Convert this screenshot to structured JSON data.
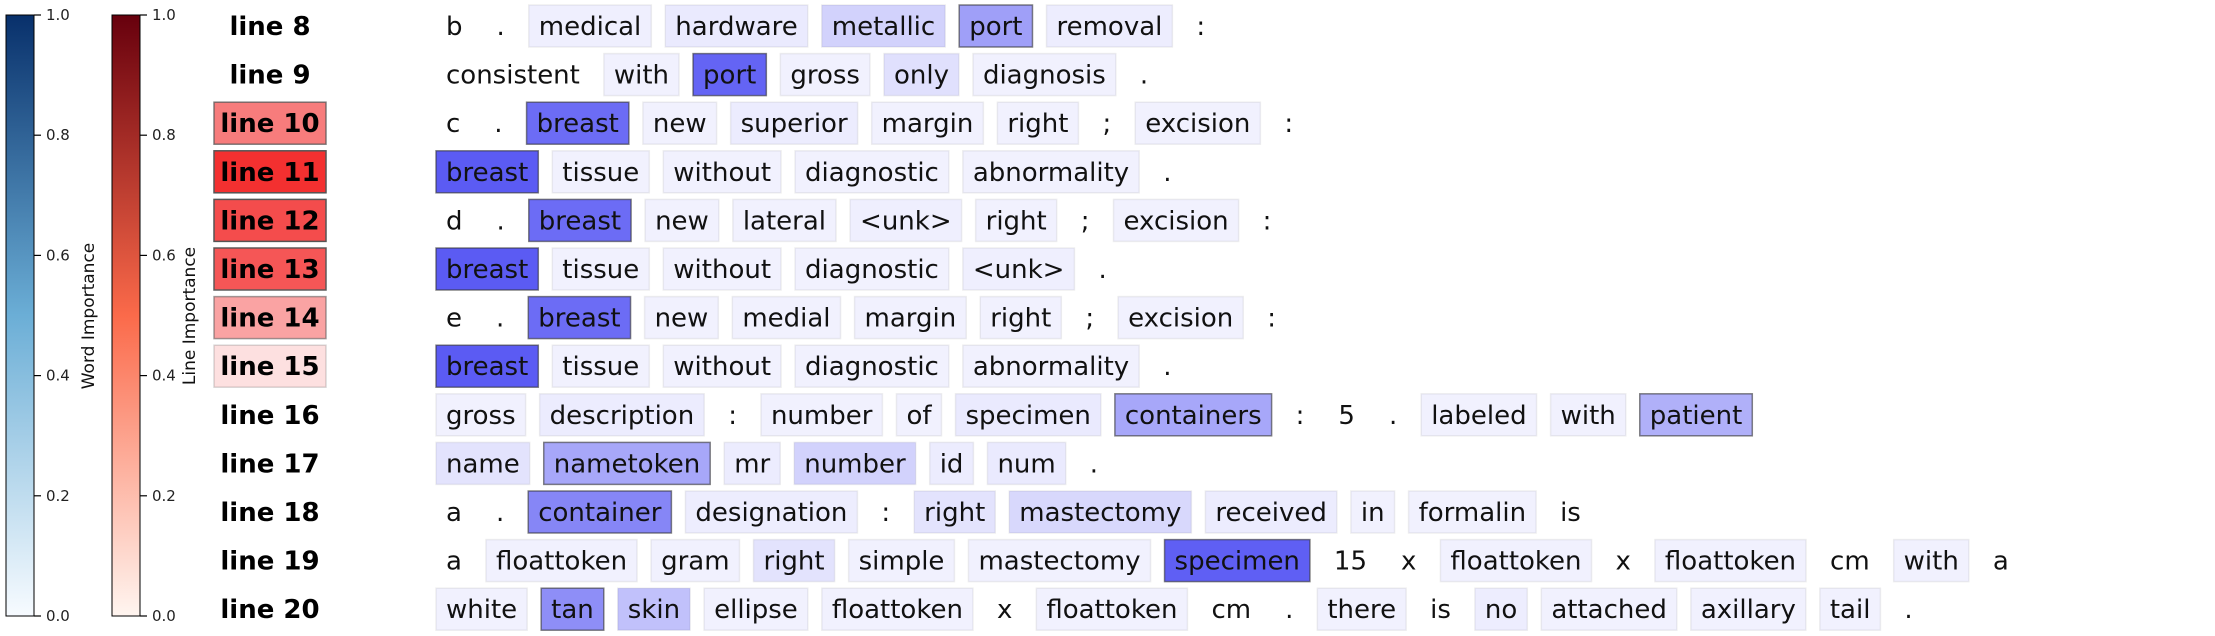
{
  "chart_data": {
    "type": "heatmap",
    "word_colorbar": {
      "label": "Word Importance",
      "ticks": [
        "0.0",
        "0.2",
        "0.4",
        "0.6",
        "0.8",
        "1.0"
      ],
      "range": [
        0,
        1
      ],
      "color_low": "#f7fbff",
      "color_high": "#08306b"
    },
    "line_colorbar": {
      "label": "Line Importance",
      "ticks": [
        "0.0",
        "0.2",
        "0.4",
        "0.6",
        "0.8",
        "1.0"
      ],
      "range": [
        0,
        1
      ],
      "color_low": "#fff5f0",
      "color_high": "#67000d"
    },
    "word_highlight_color": "#2a2af0",
    "line_highlight_color": "#f00000",
    "lines": [
      {
        "label": "line 8",
        "importance": 0.0,
        "words": [
          {
            "t": "b",
            "w": 0
          },
          {
            "t": ".",
            "w": 0
          },
          {
            "t": "medical",
            "w": 0.03
          },
          {
            "t": "hardware",
            "w": 0.06
          },
          {
            "t": "metallic",
            "w": 0.2
          },
          {
            "t": "port",
            "w": 0.5
          },
          {
            "t": "removal",
            "w": 0.04
          },
          {
            "t": ":",
            "w": 0
          }
        ]
      },
      {
        "label": "line 9",
        "importance": 0.0,
        "words": [
          {
            "t": "consistent",
            "w": 0
          },
          {
            "t": "with",
            "w": 0.02
          },
          {
            "t": "port",
            "w": 0.85
          },
          {
            "t": "gross",
            "w": 0.02
          },
          {
            "t": "only",
            "w": 0.12
          },
          {
            "t": "diagnosis",
            "w": 0.02
          },
          {
            "t": ".",
            "w": 0
          }
        ]
      },
      {
        "label": "line 10",
        "importance": 0.55,
        "words": [
          {
            "t": "c",
            "w": 0
          },
          {
            "t": ".",
            "w": 0
          },
          {
            "t": "breast",
            "w": 0.8
          },
          {
            "t": "new",
            "w": 0.02
          },
          {
            "t": "superior",
            "w": 0.05
          },
          {
            "t": "margin",
            "w": 0.02
          },
          {
            "t": "right",
            "w": 0.02
          },
          {
            "t": ";",
            "w": 0
          },
          {
            "t": "excision",
            "w": 0.02
          },
          {
            "t": ":",
            "w": 0
          }
        ]
      },
      {
        "label": "line 11",
        "importance": 0.95,
        "words": [
          {
            "t": "breast",
            "w": 0.9
          },
          {
            "t": "tissue",
            "w": 0.02
          },
          {
            "t": "without",
            "w": 0.02
          },
          {
            "t": "diagnostic",
            "w": 0.02
          },
          {
            "t": "abnormality",
            "w": 0.02
          },
          {
            "t": ".",
            "w": 0
          }
        ]
      },
      {
        "label": "line 12",
        "importance": 0.8,
        "words": [
          {
            "t": "d",
            "w": 0
          },
          {
            "t": ".",
            "w": 0
          },
          {
            "t": "breast",
            "w": 0.8
          },
          {
            "t": "new",
            "w": 0.02
          },
          {
            "t": "lateral",
            "w": 0.02
          },
          {
            "t": "<unk>",
            "w": 0.03
          },
          {
            "t": "right",
            "w": 0.02
          },
          {
            "t": ";",
            "w": 0
          },
          {
            "t": "excision",
            "w": 0.02
          },
          {
            "t": ":",
            "w": 0
          }
        ]
      },
      {
        "label": "line 13",
        "importance": 0.75,
        "words": [
          {
            "t": "breast",
            "w": 0.9
          },
          {
            "t": "tissue",
            "w": 0.02
          },
          {
            "t": "without",
            "w": 0.02
          },
          {
            "t": "diagnostic",
            "w": 0.02
          },
          {
            "t": "<unk>",
            "w": 0.03
          },
          {
            "t": ".",
            "w": 0
          }
        ]
      },
      {
        "label": "line 14",
        "importance": 0.35,
        "words": [
          {
            "t": "e",
            "w": 0
          },
          {
            "t": ".",
            "w": 0
          },
          {
            "t": "breast",
            "w": 0.8
          },
          {
            "t": "new",
            "w": 0.02
          },
          {
            "t": "medial",
            "w": 0.02
          },
          {
            "t": "margin",
            "w": 0.02
          },
          {
            "t": "right",
            "w": 0.02
          },
          {
            "t": ";",
            "w": 0
          },
          {
            "t": "excision",
            "w": 0.02
          },
          {
            "t": ":",
            "w": 0
          }
        ]
      },
      {
        "label": "line 15",
        "importance": 0.03,
        "words": [
          {
            "t": "breast",
            "w": 0.9
          },
          {
            "t": "tissue",
            "w": 0.02
          },
          {
            "t": "without",
            "w": 0.02
          },
          {
            "t": "diagnostic",
            "w": 0.02
          },
          {
            "t": "abnormality",
            "w": 0.02
          },
          {
            "t": ".",
            "w": 0
          }
        ]
      },
      {
        "label": "line 16",
        "importance": 0.0,
        "words": [
          {
            "t": "gross",
            "w": 0.02
          },
          {
            "t": "description",
            "w": 0.05
          },
          {
            "t": ":",
            "w": 0
          },
          {
            "t": "number",
            "w": 0.02
          },
          {
            "t": "of",
            "w": 0.02
          },
          {
            "t": "specimen",
            "w": 0.06
          },
          {
            "t": "containers",
            "w": 0.45
          },
          {
            "t": ":",
            "w": 0
          },
          {
            "t": "5",
            "w": 0
          },
          {
            "t": ".",
            "w": 0
          },
          {
            "t": "labeled",
            "w": 0.02
          },
          {
            "t": "with",
            "w": 0.02
          },
          {
            "t": "patient",
            "w": 0.4
          }
        ]
      },
      {
        "label": "line 17",
        "importance": 0.0,
        "words": [
          {
            "t": "name",
            "w": 0.1
          },
          {
            "t": "nametoken",
            "w": 0.45
          },
          {
            "t": "mr",
            "w": 0.05
          },
          {
            "t": "number",
            "w": 0.2
          },
          {
            "t": "id",
            "w": 0.05
          },
          {
            "t": "num",
            "w": 0.06
          },
          {
            "t": ".",
            "w": 0
          }
        ]
      },
      {
        "label": "line 18",
        "importance": 0.0,
        "words": [
          {
            "t": "a",
            "w": 0
          },
          {
            "t": ".",
            "w": 0
          },
          {
            "t": "container",
            "w": 0.65
          },
          {
            "t": "designation",
            "w": 0.04
          },
          {
            "t": ":",
            "w": 0
          },
          {
            "t": "right",
            "w": 0.1
          },
          {
            "t": "mastectomy",
            "w": 0.17
          },
          {
            "t": "received",
            "w": 0.05
          },
          {
            "t": "in",
            "w": 0.02
          },
          {
            "t": "formalin",
            "w": 0.02
          },
          {
            "t": "is",
            "w": 0
          }
        ]
      },
      {
        "label": "line 19",
        "importance": 0.0,
        "words": [
          {
            "t": "a",
            "w": 0
          },
          {
            "t": "floattoken",
            "w": 0.02
          },
          {
            "t": "gram",
            "w": 0.02
          },
          {
            "t": "right",
            "w": 0.1
          },
          {
            "t": "simple",
            "w": 0.02
          },
          {
            "t": "mastectomy",
            "w": 0.02
          },
          {
            "t": "specimen",
            "w": 0.88
          },
          {
            "t": "15",
            "w": 0
          },
          {
            "t": "x",
            "w": 0
          },
          {
            "t": "floattoken",
            "w": 0.02
          },
          {
            "t": "x",
            "w": 0
          },
          {
            "t": "floattoken",
            "w": 0.02
          },
          {
            "t": "cm",
            "w": 0
          },
          {
            "t": "with",
            "w": 0.02
          },
          {
            "t": "a",
            "w": 0
          }
        ]
      },
      {
        "label": "line 20",
        "importance": 0.0,
        "words": [
          {
            "t": "white",
            "w": 0.02
          },
          {
            "t": "tan",
            "w": 0.6
          },
          {
            "t": "skin",
            "w": 0.3
          },
          {
            "t": "ellipse",
            "w": 0.02
          },
          {
            "t": "floattoken",
            "w": 0.02
          },
          {
            "t": "x",
            "w": 0
          },
          {
            "t": "floattoken",
            "w": 0.02
          },
          {
            "t": "cm",
            "w": 0
          },
          {
            "t": ".",
            "w": 0
          },
          {
            "t": "there",
            "w": 0.02
          },
          {
            "t": "is",
            "w": 0
          },
          {
            "t": "no",
            "w": 0.04
          },
          {
            "t": "attached",
            "w": 0.02
          },
          {
            "t": "axillary",
            "w": 0.02
          },
          {
            "t": "tail",
            "w": 0.02
          },
          {
            "t": ".",
            "w": 0
          }
        ]
      }
    ]
  }
}
